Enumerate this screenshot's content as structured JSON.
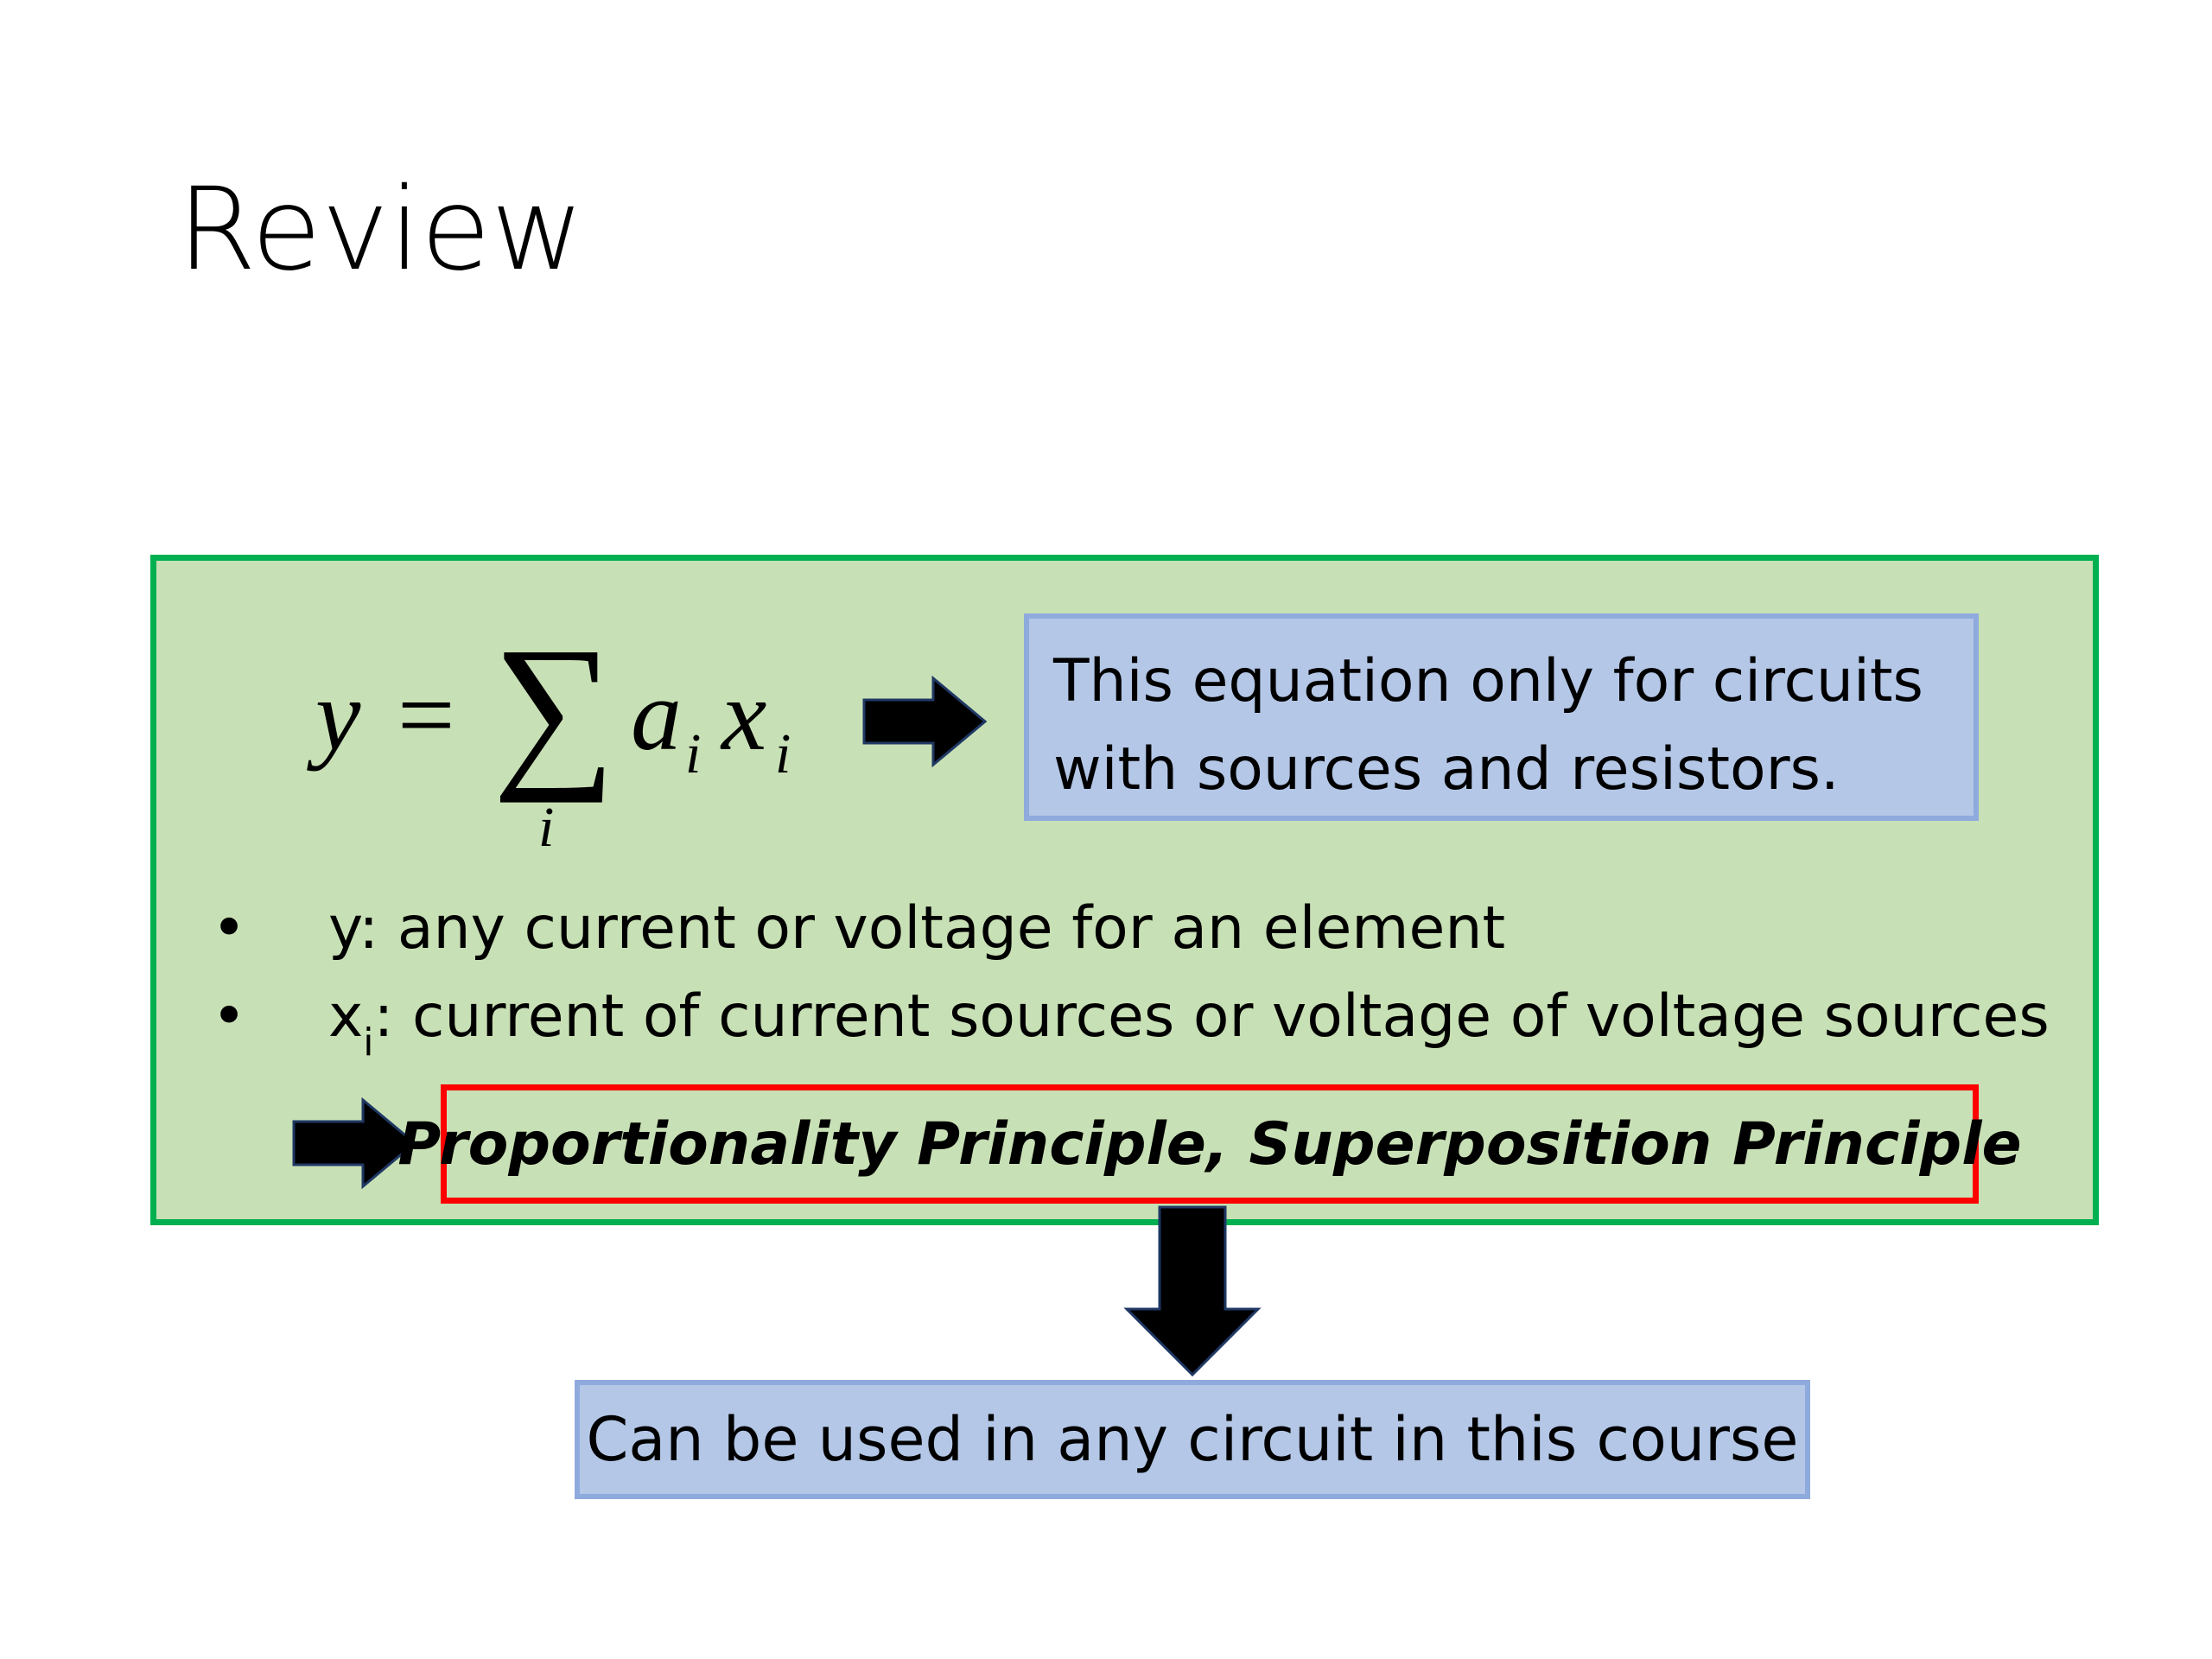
{
  "slide": {
    "title": "Review",
    "equation": {
      "lhs": "y",
      "equals": "=",
      "sum_symbol": "∑",
      "sum_index": "i",
      "coef": "a",
      "coef_sub": "i",
      "var": "x",
      "var_sub": "i"
    },
    "equation_note": {
      "line1": "This equation only for circuits",
      "line2": "with sources and resistors."
    },
    "bullets": [
      {
        "marker": "•",
        "prefix": "y",
        "subscript": "",
        "text": ": any current or voltage for an element"
      },
      {
        "marker": "•",
        "prefix": "x",
        "subscript": "i",
        "text": ": current of current sources or voltage of voltage sources"
      }
    ],
    "principles": "Proportionality Principle, Superposition Principle",
    "conclusion": "Can be used in any circuit in this course",
    "colors": {
      "green_fill": "#c8e0b5",
      "green_border": "#00b050",
      "blue_fill": "#b4c7e7",
      "blue_border": "#8faadc",
      "red_border": "#ff0000"
    },
    "icons": [
      "right-arrow-icon",
      "right-arrow-icon",
      "down-arrow-icon"
    ]
  }
}
